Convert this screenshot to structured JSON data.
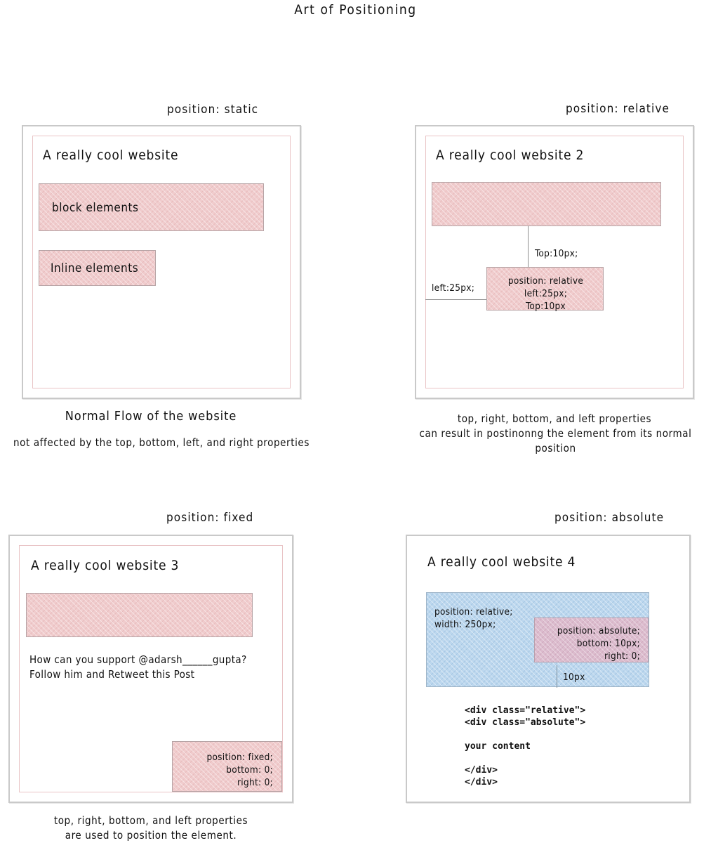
{
  "page": {
    "title": "Art of Positioning"
  },
  "panels": [
    {
      "id": "static",
      "label": "position: static",
      "site_title": "A really cool website",
      "boxes": [
        {
          "name": "block-elements-box",
          "text": "block elements"
        },
        {
          "name": "inline-elements-box",
          "text": "Inline elements"
        }
      ],
      "caption_main": "Normal Flow of the website",
      "caption_sub": "not affected by the top, bottom, left, and right properties"
    },
    {
      "id": "relative",
      "label": "position: relative",
      "site_title": "A really cool website 2",
      "connector_labels": {
        "top": "Top:10px;",
        "left": "left:25px;"
      },
      "relative_box_text": "position: relative\nleft:25px;\nTop:10px",
      "caption_main": "top, right, bottom, and left properties",
      "caption_sub": "can result in postinonng the element from its normal position"
    },
    {
      "id": "fixed",
      "label": "position: fixed",
      "site_title": "A really cool website 3",
      "tweet": "How can you support @adarsh______gupta?\nFollow him and Retweet this Post",
      "fixed_box_text": "position: fixed;\nbottom: 0;\nright: 0;",
      "caption_main": "top, right, bottom, and left properties",
      "caption_sub": "are used to position the element."
    },
    {
      "id": "absolute",
      "label": "position: absolute",
      "site_title": "A really cool website 4",
      "relative_container_text": "position: relative;\nwidth: 250px;",
      "absolute_box_text": "position: absolute;\nbottom: 10px;\nright: 0;",
      "offset_label": "10px",
      "code": "<div class=\"relative\">\n<div class=\"absolute\">\n\nyour content\n\n</div>\n</div>"
    }
  ],
  "colors": {
    "pink_fill": "#f0cccd",
    "pink_border": "#b6a3a5",
    "blue_fill": "#bcd7ee",
    "blue_border": "#9fb5c8",
    "mauve_fill": "#dcbcce",
    "panel_border": "#c9c9c9",
    "panel_inner_border": "#e9c4c6",
    "connector": "#8e8e8e",
    "text": "#111111"
  }
}
